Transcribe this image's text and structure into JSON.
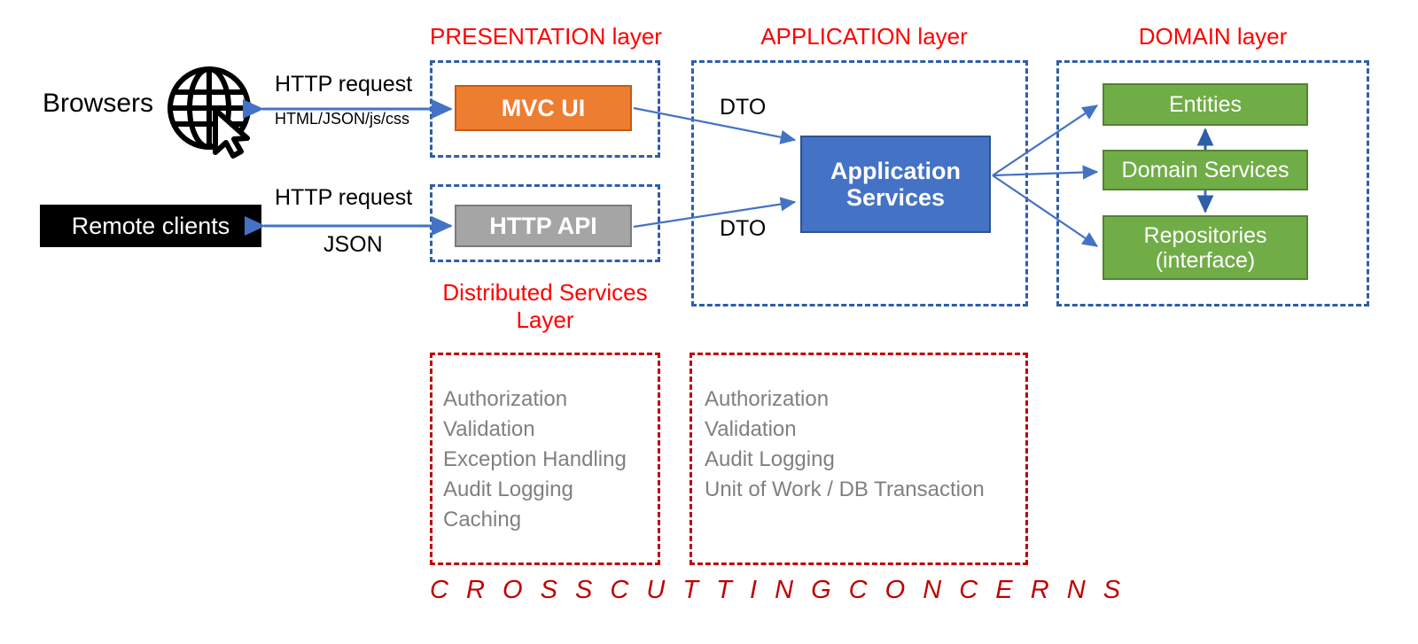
{
  "diagram": {
    "title_cross_cutting": "C R O S S   C U T T I N G   C O N C E R N S",
    "colors": {
      "layer_title": "#FF0000",
      "dashed_blue": "#2E5EA8",
      "dashed_red": "#C00000",
      "mvc_ui": "#ED7D31",
      "http_api": "#A5A5A5",
      "application_services": "#4472C4",
      "domain_boxes": "#70AD47",
      "remote_clients": "#000000",
      "arrow": "#4472C4",
      "cross_cutting_text": "#808080"
    }
  },
  "layers": {
    "presentation": {
      "title": "PRESENTATION layer",
      "distributed_services_title": "Distributed Services Layer",
      "nodes": [
        {
          "label": "MVC UI"
        },
        {
          "label": "HTTP API"
        }
      ]
    },
    "application": {
      "title": "APPLICATION layer",
      "nodes": [
        {
          "label": "Application Services"
        }
      ],
      "node_lines": [
        "Application",
        "Services"
      ]
    },
    "domain": {
      "title": "DOMAIN layer",
      "nodes": [
        {
          "label": "Entities"
        },
        {
          "label": "Domain Services"
        },
        {
          "label": "Repositories (interface)"
        }
      ],
      "repositories_lines": [
        "Repositories",
        "(interface)"
      ]
    }
  },
  "actors": {
    "browsers": {
      "label": "Browsers",
      "icon": "globe-cursor-icon"
    },
    "remote_clients": {
      "label": "Remote clients"
    }
  },
  "edge_labels": {
    "browser_request": "HTTP request",
    "browser_response": "HTML/JSON/js/css",
    "remote_request": "HTTP request",
    "remote_response": "JSON",
    "dto_top": "DTO",
    "dto_bottom": "DTO"
  },
  "cross_cutting": {
    "left": {
      "items": [
        "Authorization",
        "Validation",
        "Exception Handling",
        "Audit Logging",
        "Caching"
      ]
    },
    "right": {
      "items": [
        "Authorization",
        "Validation",
        "Audit Logging",
        "Unit of Work / DB Transaction"
      ]
    },
    "footer": "C R O S S   C U T T I N G   C O N C E R N S"
  }
}
